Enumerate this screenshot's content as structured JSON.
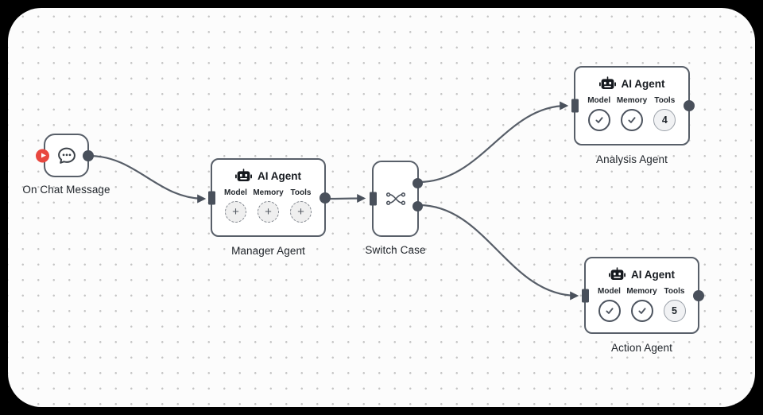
{
  "canvas": {
    "background": "#fcfcfc",
    "frame_color": "#000000",
    "grid_dot_color": "#c5c5c5"
  },
  "nodes": {
    "chat": {
      "label": "On Chat Message"
    },
    "manager": {
      "title": "AI Agent",
      "label": "Manager Agent",
      "ports": {
        "model": {
          "label": "Model",
          "value": "+"
        },
        "memory": {
          "label": "Memory",
          "value": "+"
        },
        "tools": {
          "label": "Tools",
          "value": "+"
        }
      }
    },
    "switchCase": {
      "label": "Switch Case"
    },
    "analysis": {
      "title": "AI Agent",
      "label": "Analysis Agent",
      "ports": {
        "model": {
          "label": "Model",
          "state": "configured"
        },
        "memory": {
          "label": "Memory",
          "state": "configured"
        },
        "tools": {
          "label": "Tools",
          "count": "4"
        }
      }
    },
    "action": {
      "title": "AI Agent",
      "label": "Action Agent",
      "ports": {
        "model": {
          "label": "Model",
          "state": "configured"
        },
        "memory": {
          "label": "Memory",
          "state": "configured"
        },
        "tools": {
          "label": "Tools",
          "count": "5"
        }
      }
    }
  },
  "edges": [
    {
      "from": "on-chat-message",
      "to": "manager-agent"
    },
    {
      "from": "manager-agent",
      "to": "switch-case"
    },
    {
      "from": "switch-case",
      "to": "analysis-agent"
    },
    {
      "from": "switch-case",
      "to": "action-agent"
    }
  ],
  "colors": {
    "edge": "#575e68",
    "connector": "#49505b",
    "node_border": "#585f69",
    "trigger_red": "#e8473f",
    "text": "#1d2228"
  }
}
